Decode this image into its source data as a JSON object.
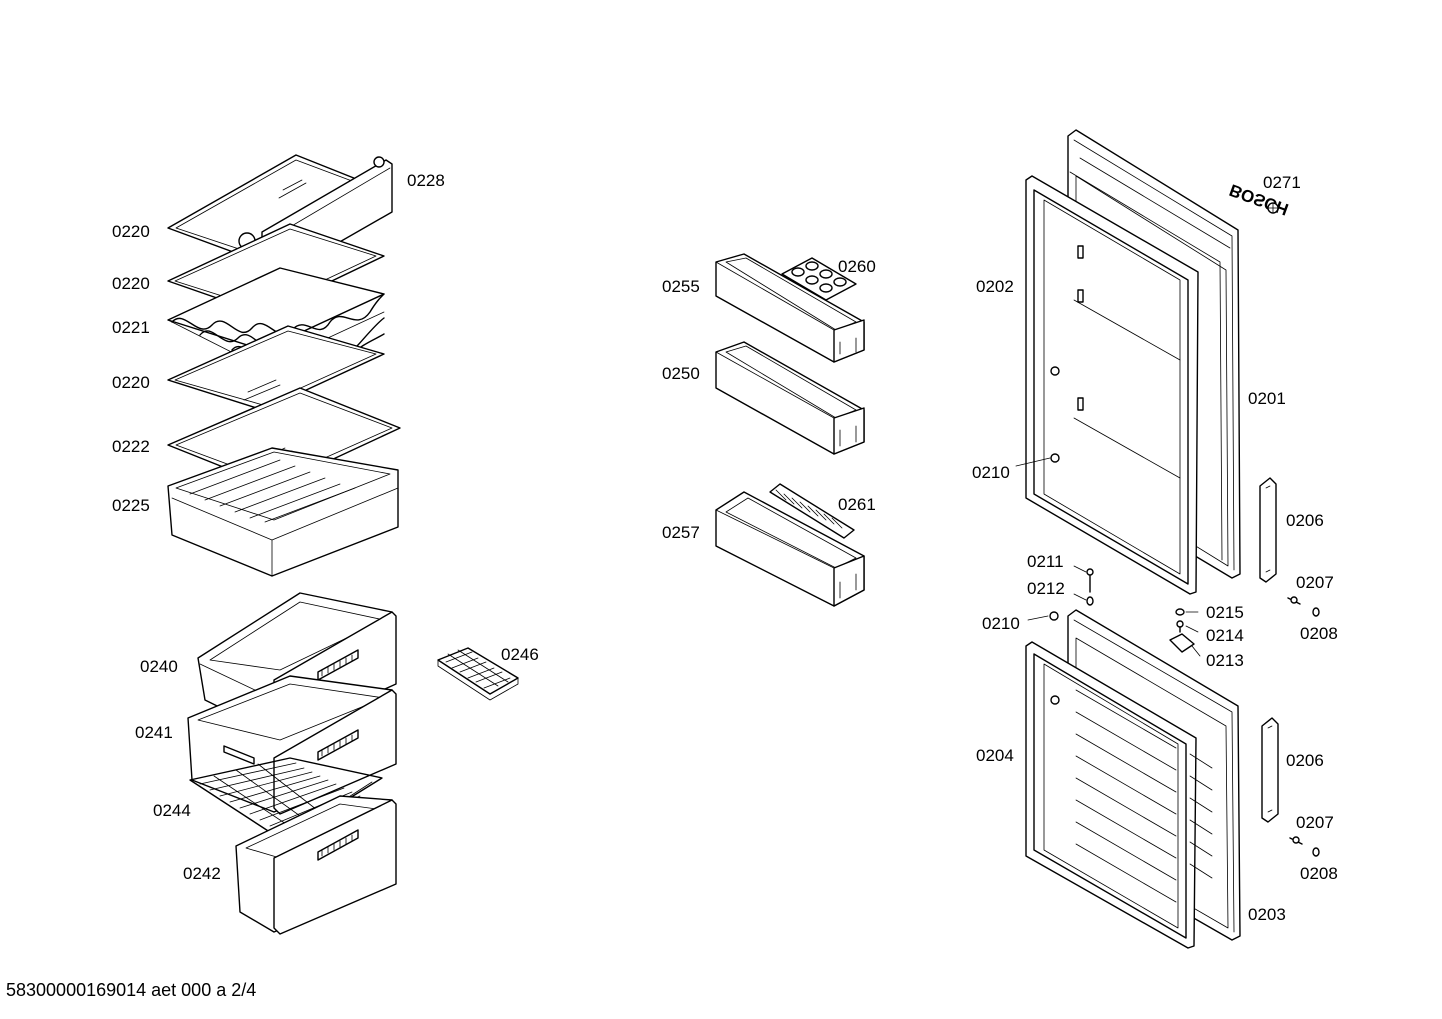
{
  "diagram": {
    "footer": "58300000169014 aet 000 a 2/4",
    "brand": "BOSCH",
    "labels": [
      {
        "id": "l0228",
        "text": "0228"
      },
      {
        "id": "l0220a",
        "text": "0220"
      },
      {
        "id": "l0220b",
        "text": "0220"
      },
      {
        "id": "l0221",
        "text": "0221"
      },
      {
        "id": "l0220c",
        "text": "0220"
      },
      {
        "id": "l0222",
        "text": "0222"
      },
      {
        "id": "l0225",
        "text": "0225"
      },
      {
        "id": "l0240",
        "text": "0240"
      },
      {
        "id": "l0241",
        "text": "0241"
      },
      {
        "id": "l0244",
        "text": "0244"
      },
      {
        "id": "l0242",
        "text": "0242"
      },
      {
        "id": "l0246",
        "text": "0246"
      },
      {
        "id": "l0255",
        "text": "0255"
      },
      {
        "id": "l0260",
        "text": "0260"
      },
      {
        "id": "l0250",
        "text": "0250"
      },
      {
        "id": "l0257",
        "text": "0257"
      },
      {
        "id": "l0261",
        "text": "0261"
      },
      {
        "id": "l0271",
        "text": "0271"
      },
      {
        "id": "l0202",
        "text": "0202"
      },
      {
        "id": "l0201",
        "text": "0201"
      },
      {
        "id": "l0210a",
        "text": "0210"
      },
      {
        "id": "l0206a",
        "text": "0206"
      },
      {
        "id": "l0211",
        "text": "0211"
      },
      {
        "id": "l0212",
        "text": "0212"
      },
      {
        "id": "l0207a",
        "text": "0207"
      },
      {
        "id": "l0215",
        "text": "0215"
      },
      {
        "id": "l0208a",
        "text": "0208"
      },
      {
        "id": "l0210b",
        "text": "0210"
      },
      {
        "id": "l0214",
        "text": "0214"
      },
      {
        "id": "l0213",
        "text": "0213"
      },
      {
        "id": "l0204",
        "text": "0204"
      },
      {
        "id": "l0206b",
        "text": "0206"
      },
      {
        "id": "l0207b",
        "text": "0207"
      },
      {
        "id": "l0208b",
        "text": "0208"
      },
      {
        "id": "l0203",
        "text": "0203"
      }
    ]
  }
}
